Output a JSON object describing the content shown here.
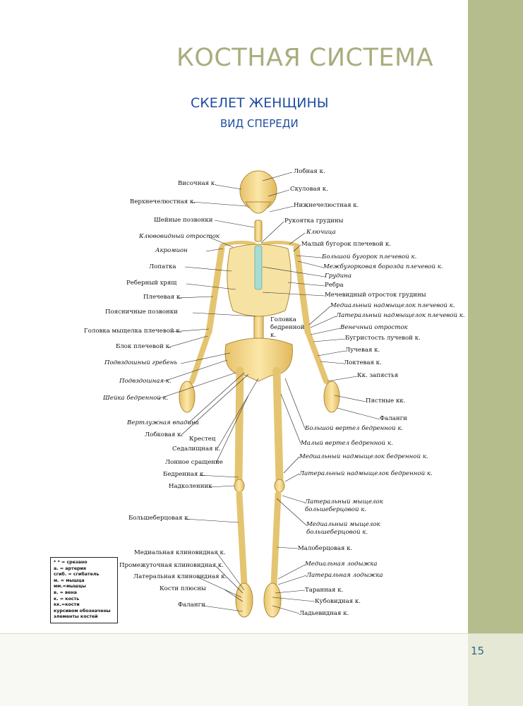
{
  "page": {
    "chapter_title": "КОСТНАЯ СИСТЕМА",
    "page_number": "15"
  },
  "figure": {
    "title": "СКЕЛЕТ ЖЕНЩИНЫ",
    "subtitle": "ВИД СПЕРЕДИ",
    "labels_left": [
      {
        "text": "Височная к.",
        "italic": false
      },
      {
        "text": "Верхнечелюстная к.",
        "italic": false
      },
      {
        "text": "Шейные позвонки",
        "italic": false
      },
      {
        "text": "Клювовидный отросток",
        "italic": true
      },
      {
        "text": "Акромион",
        "italic": true
      },
      {
        "text": "Лопатка",
        "italic": false
      },
      {
        "text": "Реберный хрящ",
        "italic": false
      },
      {
        "text": "Плечевая к.",
        "italic": false
      },
      {
        "text": "Поясничные позвонки",
        "italic": false
      },
      {
        "text": "Головка мыщелка плечевой к.",
        "italic": false
      },
      {
        "text": "Блок плечевой к.",
        "italic": false
      },
      {
        "text": "Подвздошный гребень",
        "italic": true
      },
      {
        "text": "Подвздошная к.",
        "italic": true
      },
      {
        "text": "Шейка бедренной к.",
        "italic": true
      },
      {
        "text": "Вертлужная впадина",
        "italic": true
      },
      {
        "text": "Лобковая к.",
        "italic": false
      },
      {
        "text": "Крестец",
        "italic": false
      },
      {
        "text": "Седалищная к.",
        "italic": false
      },
      {
        "text": "Лонное сращение",
        "italic": false
      },
      {
        "text": "Бедренная к.",
        "italic": false
      },
      {
        "text": "Надколенник",
        "italic": false
      },
      {
        "text": "Большеберцовая к.",
        "italic": false
      },
      {
        "text": "Медиальная клиновидная к.",
        "italic": false
      },
      {
        "text": "Промежуточная клиновидная к.",
        "italic": false
      },
      {
        "text": "Латеральная клиновидная к.",
        "italic": false
      },
      {
        "text": "Кости плюсны",
        "italic": false
      },
      {
        "text": "Фаланги",
        "italic": false
      }
    ],
    "labels_right": [
      {
        "text": "Лобная к.",
        "italic": false
      },
      {
        "text": "Скуловая к.",
        "italic": false
      },
      {
        "text": "Нижнечелюстная к.",
        "italic": false
      },
      {
        "text": "Рукоятка грудины",
        "italic": false
      },
      {
        "text": "Ключица",
        "italic": true
      },
      {
        "text": "Малый бугорок плечевой к.",
        "italic": false
      },
      {
        "text": "Большой бугорок плечевой к.",
        "italic": true
      },
      {
        "text": "Межбугорковая борозда плечевой к.",
        "italic": true
      },
      {
        "text": "Грудина",
        "italic": true
      },
      {
        "text": "Ребра",
        "italic": false
      },
      {
        "text": "Мечевидный отросток грудины",
        "italic": false
      },
      {
        "text": "Медиальный надмыщелок плечевой к.",
        "italic": true
      },
      {
        "text": "Латеральный надмыщелок плечевой к.",
        "italic": true
      },
      {
        "text": "Головка",
        "italic": false
      },
      {
        "text": "бедренной",
        "italic": false
      },
      {
        "text": "к.",
        "italic": false
      },
      {
        "text": "Венечный отросток",
        "italic": true
      },
      {
        "text": "Бугристость лучевой к.",
        "italic": false
      },
      {
        "text": "Лучевая к.",
        "italic": false
      },
      {
        "text": "Локтевая к.",
        "italic": false
      },
      {
        "text": "Кк. запястья",
        "italic": false
      },
      {
        "text": "Пястные кк.",
        "italic": false
      },
      {
        "text": "Фаланги",
        "italic": false
      },
      {
        "text": "Большой вертел бедренной к.",
        "italic": true
      },
      {
        "text": "Малый вертел бедренной к.",
        "italic": true
      },
      {
        "text": "Медиальный надмыщелок бедренной к.",
        "italic": true
      },
      {
        "text": "Латеральный надмыщелок бедренной к.",
        "italic": true
      },
      {
        "text": "Латеральный мыщелок",
        "italic": true
      },
      {
        "text": "большеберцовой к.",
        "italic": true
      },
      {
        "text": "Медиальный мыщелок",
        "italic": true
      },
      {
        "text": "большеберцовой к.",
        "italic": true
      },
      {
        "text": "Малоберцовая к.",
        "italic": false
      },
      {
        "text": "Медиальная лодыжка",
        "italic": true
      },
      {
        "text": "Латеральная лодыжка",
        "italic": true
      },
      {
        "text": "Таранная к.",
        "italic": false
      },
      {
        "text": "Кубовидная к.",
        "italic": false
      },
      {
        "text": "Ладьевидная к.",
        "italic": false
      }
    ]
  },
  "legend": {
    "lines": [
      "* * = срезано",
      "а. = артерия",
      "сгиб. = сгибатель",
      "м. = мышца",
      "мм.=мышцы",
      "в. = вена",
      "к. = кость",
      "кк.=кости",
      "курсивом обозначены",
      "элементы костей"
    ]
  },
  "colors": {
    "sidebar": "#b5bd8c",
    "title": "#1f4da1",
    "chapter": "#a9ad7e",
    "bone": "#f3d98a",
    "cartilage": "#a8dcd0"
  }
}
